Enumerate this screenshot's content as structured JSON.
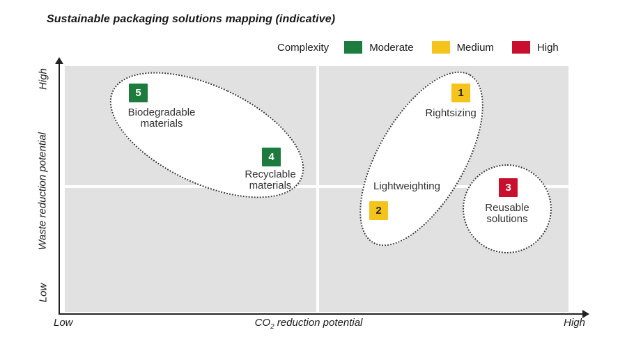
{
  "title": "Sustainable packaging solutions mapping (indicative)",
  "legend": {
    "label": "Complexity",
    "items": [
      {
        "label": "Moderate",
        "color": "#1e7b3e"
      },
      {
        "label": "Medium",
        "color": "#f5c41c"
      },
      {
        "label": "High",
        "color": "#c8102e"
      }
    ]
  },
  "axes": {
    "y_label": "Waste reduction potential",
    "y_high": "High",
    "y_low": "Low",
    "x_low": "Low",
    "x_high": "High",
    "x_label_pre": "CO",
    "x_label_sub": "2",
    "x_label_post": " reduction potential"
  },
  "chart_data": {
    "type": "scatter",
    "title": "Sustainable packaging solutions mapping (indicative)",
    "xlabel": "CO2 reduction potential",
    "ylabel": "Waste reduction potential",
    "x_range": [
      "Low",
      "High"
    ],
    "y_range": [
      "Low",
      "High"
    ],
    "grid": "quadrant (2x2 white gridlines on gray field)",
    "legend_title": "Complexity",
    "legend_entries": [
      "Moderate",
      "Medium",
      "High"
    ],
    "legend_position": "top-right",
    "points": [
      {
        "num": "1",
        "label": "Rightsizing",
        "complexity": "Medium",
        "x": 0.79,
        "y": 0.89,
        "color": "#f5c41c",
        "num_color": "#262626"
      },
      {
        "num": "2",
        "label": "Lightweighting",
        "complexity": "Medium",
        "x": 0.62,
        "y": 0.41,
        "color": "#f5c41c",
        "num_color": "#262626"
      },
      {
        "num": "3",
        "label": "Reusable solutions",
        "complexity": "High",
        "x": 0.88,
        "y": 0.5,
        "color": "#c8102e",
        "num_color": "#ffffff"
      },
      {
        "num": "4",
        "label": "Recyclable materials",
        "complexity": "Moderate",
        "x": 0.41,
        "y": 0.63,
        "color": "#1e7b3e",
        "num_color": "#ffffff"
      },
      {
        "num": "5",
        "label": "Biodegradable materials",
        "complexity": "Moderate",
        "x": 0.15,
        "y": 0.89,
        "color": "#1e7b3e",
        "num_color": "#ffffff"
      }
    ],
    "clusters": [
      {
        "members": [
          "5",
          "4"
        ],
        "shape": "ellipse tilted down-right",
        "complexity": "Moderate"
      },
      {
        "members": [
          "1",
          "2"
        ],
        "shape": "ellipse tilted down-left",
        "complexity": "Medium"
      },
      {
        "members": [
          "3"
        ],
        "shape": "circle",
        "complexity": "High"
      }
    ]
  }
}
